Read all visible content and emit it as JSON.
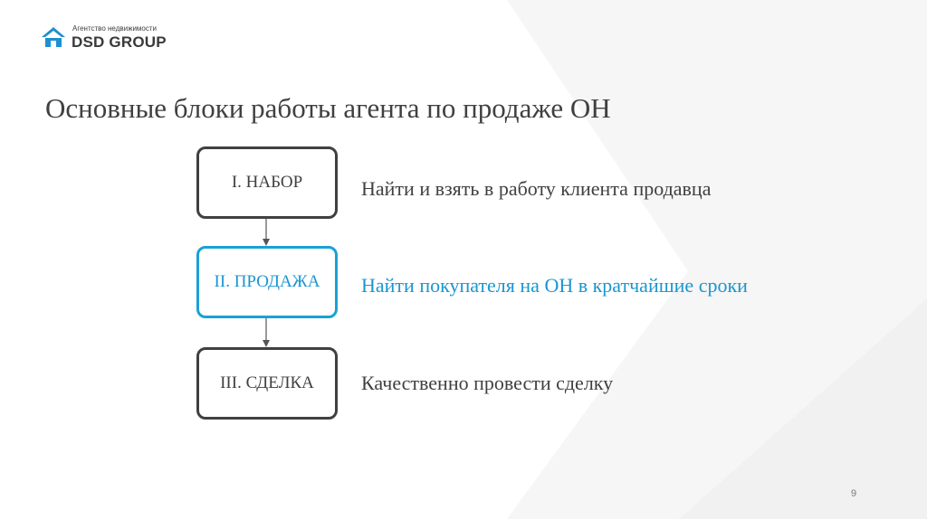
{
  "logo": {
    "tagline": "Агентство недвижимости",
    "name": "DSD GROUP",
    "colors": {
      "roof": "#1d8fd0",
      "text": "#3a3a3a"
    }
  },
  "title": "Основные блоки работы агента по продаже ОН",
  "steps": [
    {
      "label": "I. НАБОР",
      "description": "Найти и взять в работу клиента продавца",
      "highlighted": false
    },
    {
      "label": "II. ПРОДАЖА",
      "description": "Найти покупателя на ОН в кратчайшие сроки",
      "highlighted": true
    },
    {
      "label": "III. СДЕЛКА",
      "description": "Качественно провести сделку",
      "highlighted": false
    }
  ],
  "page_number": "9",
  "colors": {
    "text": "#404040",
    "accent": "#1a96cf",
    "background_shape": "#f4f4f4"
  }
}
